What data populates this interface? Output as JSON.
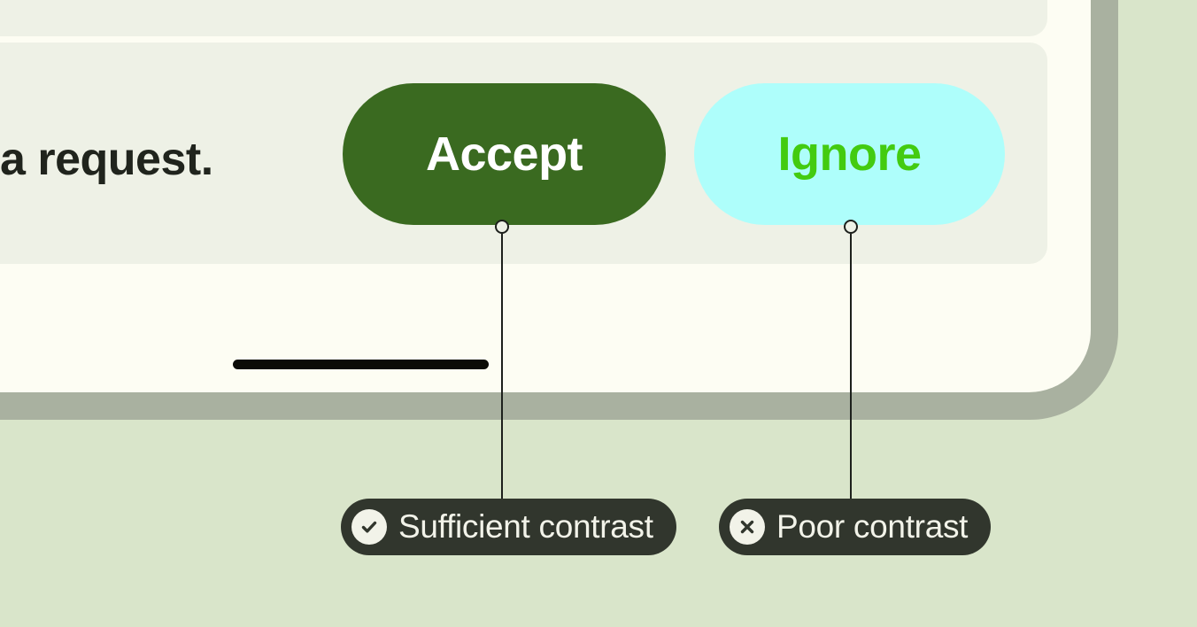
{
  "mockup": {
    "message_fragment": "a request.",
    "buttons": [
      {
        "id": "accept",
        "label": "Accept",
        "background": "#3a6a20",
        "text_color": "#ffffff"
      },
      {
        "id": "ignore",
        "label": "Ignore",
        "background": "#aefefb",
        "text_color": "#43cb10"
      }
    ]
  },
  "callouts": [
    {
      "target": "accept",
      "icon": "check-circle-icon",
      "label": "Sufficient contrast"
    },
    {
      "target": "ignore",
      "icon": "x-circle-icon",
      "label": "Poor contrast"
    }
  ],
  "palette": {
    "page_background": "#d9e5ca",
    "device_frame": "#a9b1a0",
    "device_screen": "#fdfdf3",
    "card_background": "#eef1e6",
    "message_text": "#20241d",
    "home_indicator": "#0b0b06",
    "connector": "#1d201c",
    "callout_background": "#31362d",
    "callout_text": "#f2f3e9"
  }
}
